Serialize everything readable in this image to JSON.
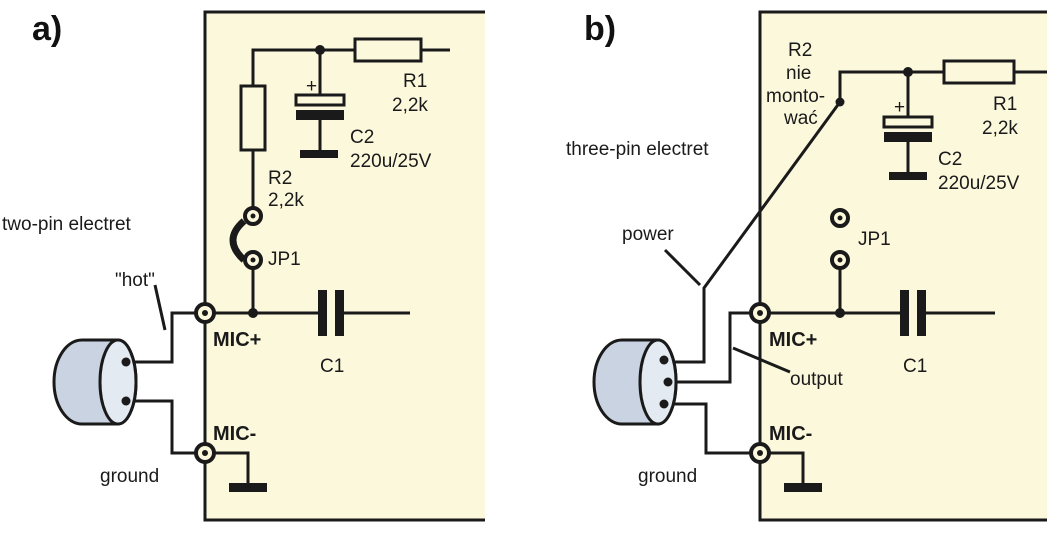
{
  "colors": {
    "board_fill": "#fcf8dc",
    "ink": "#1a1a1a",
    "capsule_fill": "#c9d3e2",
    "capsule_face": "#e4eaf2"
  },
  "panel_a": {
    "label": "a)",
    "mic_type": "two-pin electret",
    "hot": "\"hot\"",
    "ground": "ground",
    "mic_plus": "MIC+",
    "mic_minus": "MIC-",
    "c1": "C1",
    "c2_name": "C2",
    "c2_value": "220u/25V",
    "r1_name": "R1",
    "r1_value": "2,2k",
    "r2_name": "R2",
    "r2_value": "2,2k",
    "jp1": "JP1",
    "plus_sign": "+"
  },
  "panel_b": {
    "label": "b)",
    "mic_type": "three-pin electret",
    "power": "power",
    "output": "output",
    "ground": "ground",
    "mic_plus": "MIC+",
    "mic_minus": "MIC-",
    "c1": "C1",
    "c2_name": "C2",
    "c2_value": "220u/25V",
    "r1_name": "R1",
    "r1_value": "2,2k",
    "r2_name": "R2",
    "r2_note_lines": [
      "nie",
      "monto-",
      "wać"
    ],
    "jp1": "JP1",
    "plus_sign": "+"
  }
}
